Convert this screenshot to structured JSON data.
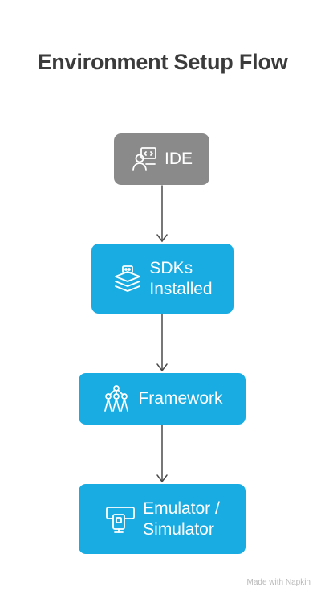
{
  "title": "Environment Setup Flow",
  "colors": {
    "gray_node": "#8a8a8a",
    "blue_node": "#19ace3",
    "connector": "#4a4a4a",
    "title": "#3b3b3b"
  },
  "nodes": [
    {
      "id": "ide",
      "label": "IDE",
      "icon": "developer-at-computer-icon"
    },
    {
      "id": "sdks",
      "label": "SDKs\nInstalled",
      "icon": "stacked-layers-icon"
    },
    {
      "id": "framework",
      "label": "Framework",
      "icon": "structure-network-icon"
    },
    {
      "id": "emulator",
      "label": "Emulator /\nSimulator",
      "icon": "device-emulator-icon"
    }
  ],
  "edges": [
    {
      "from": "ide",
      "to": "sdks"
    },
    {
      "from": "sdks",
      "to": "framework"
    },
    {
      "from": "framework",
      "to": "emulator"
    }
  ],
  "footer": "Made with  Napkin"
}
